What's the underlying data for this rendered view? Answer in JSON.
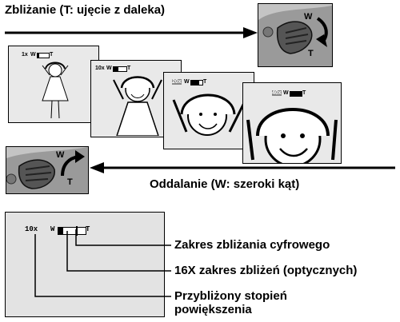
{
  "top_caption": "Zbliżanie (T: ujęcie z daleka)",
  "bottom_caption": "Oddalanie (W: szeroki kąt)",
  "frames": [
    {
      "zoom_label": "1x",
      "wide": "W",
      "tele": "T"
    },
    {
      "zoom_label": "10x",
      "wide": "W",
      "tele": "T"
    },
    {
      "zoom_label": "20x",
      "wide": "W",
      "tele": "T"
    },
    {
      "zoom_label": "40x",
      "wide": "W",
      "tele": "T"
    }
  ],
  "lever_top": {
    "wide": "W",
    "tele": "T"
  },
  "lever_bottom": {
    "wide": "W",
    "tele": "T"
  },
  "indicator": {
    "zoom": "10x",
    "wide": "W",
    "tele": "T"
  },
  "callouts": {
    "digital": "Zakres zbliżania cyfrowego",
    "optical": "16X zakres zbliżeń (optycznych)",
    "approx_line1": "Przybliżony stopień",
    "approx_line2": "powiększenia"
  }
}
